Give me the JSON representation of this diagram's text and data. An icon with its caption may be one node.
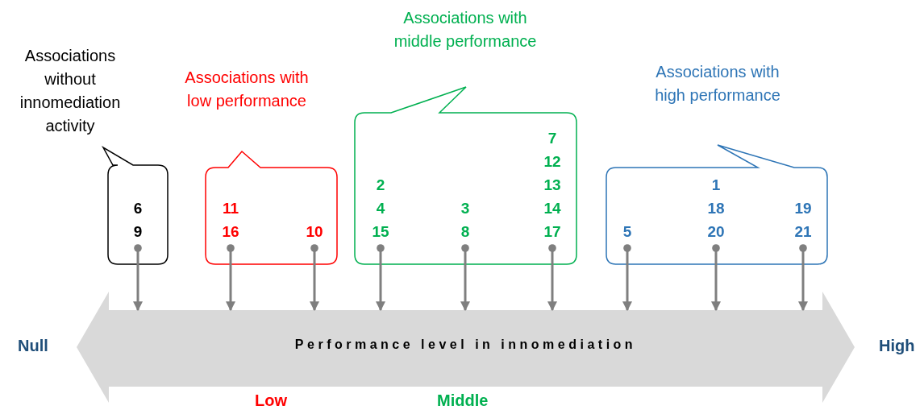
{
  "diagram": {
    "nodes": [
      {
        "text": [
          "Associations without innomediation activity"
        ]
      },
      {
        "text": [
          "6",
          "9"
        ],
        "in": 0
      },
      {
        "text": [
          "Associations with low performance"
        ]
      },
      {
        "text": [
          "11",
          "16"
        ],
        "in": 2
      },
      {
        "text": [
          "10"
        ],
        "in": 2
      },
      {
        "text": [
          "Associations with middle performance"
        ]
      },
      {
        "text": [
          "2",
          "4",
          "15"
        ],
        "in": 5
      },
      {
        "text": [
          "3",
          "8"
        ],
        "in": 5
      },
      {
        "text": [
          "7",
          "12",
          "13",
          "14",
          "17"
        ],
        "in": 5
      },
      {
        "text": [
          "Associations with high performance"
        ]
      },
      {
        "text": [
          "5"
        ],
        "in": 9
      },
      {
        "text": [
          "1",
          "18",
          "20"
        ],
        "in": 9
      },
      {
        "text": [
          "19",
          "21"
        ],
        "in": 9
      },
      {
        "text": [
          "Performance level in innomediation"
        ]
      }
    ],
    "edges": [
      {
        "from": 1,
        "to": 13,
        "arrow": "to"
      },
      {
        "from": 3,
        "to": 13,
        "arrow": "to"
      },
      {
        "from": 4,
        "to": 13,
        "arrow": "to"
      },
      {
        "from": 6,
        "to": 13,
        "arrow": "to"
      },
      {
        "from": 7,
        "to": 13,
        "arrow": "to"
      },
      {
        "from": 8,
        "to": 13,
        "arrow": "to"
      },
      {
        "from": 10,
        "to": 13,
        "arrow": "to"
      },
      {
        "from": 11,
        "to": 13,
        "arrow": "to"
      },
      {
        "from": 12,
        "to": 13,
        "arrow": "to"
      }
    ],
    "labels": [
      "Null",
      "High",
      "Low",
      "Middle"
    ]
  }
}
